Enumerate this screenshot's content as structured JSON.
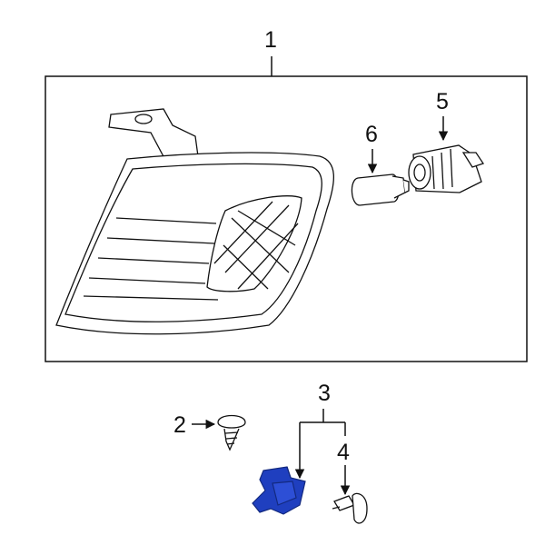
{
  "callouts": [
    {
      "id": "1",
      "label": "1"
    },
    {
      "id": "2",
      "label": "2"
    },
    {
      "id": "3",
      "label": "3"
    },
    {
      "id": "4",
      "label": "4"
    },
    {
      "id": "5",
      "label": "5"
    },
    {
      "id": "6",
      "label": "6"
    }
  ],
  "colors": {
    "line": "#111111",
    "highlight": "#1f3fbf",
    "highlight_dark": "#13297f"
  }
}
